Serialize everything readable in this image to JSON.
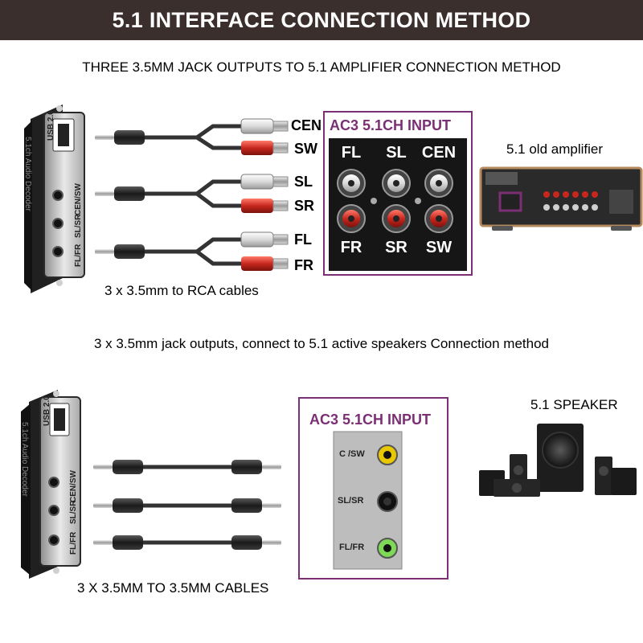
{
  "banner": {
    "title": "5.1 INTERFACE CONNECTION METHOD"
  },
  "section_top": {
    "heading": "THREE 3.5MM JACK OUTPUTS TO 5.1 AMPLIFIER CONNECTION METHOD",
    "rca_labels": [
      "CEN",
      "SW",
      "SL",
      "SR",
      "FL",
      "FR"
    ],
    "cable_caption": "3 x 3.5mm to RCA cables",
    "panel": {
      "title": "AC3 5.1CH INPUT",
      "top_row": [
        "FL",
        "SL",
        "CEN"
      ],
      "bottom_row": [
        "FR",
        "SR",
        "SW"
      ]
    },
    "device_label": "5.1 old amplifier"
  },
  "section_bottom": {
    "heading": "3 x 3.5mm jack outputs, connect to 5.1 active speakers Connection method",
    "cable_caption": "3 X 3.5MM TO 3.5MM CABLES",
    "panel": {
      "title": "AC3 5.1CH INPUT",
      "ports": [
        "C /SW",
        "SL/SR",
        "FL/FR"
      ]
    },
    "device_label": "5.1 SPEAKER"
  },
  "decoder": {
    "usb_label": "USB 2.0",
    "jack_labels": [
      "CEN/SW",
      "SL/SR",
      "FL/FR"
    ],
    "body_text": "5.1ch Audio Decoder"
  },
  "colors": {
    "banner": "#3a2f2d",
    "panel_border": "#7b2f74",
    "panel_title": "#7b2f74",
    "rca_red": "#c8271e",
    "rca_white": "#e6e6e6"
  }
}
